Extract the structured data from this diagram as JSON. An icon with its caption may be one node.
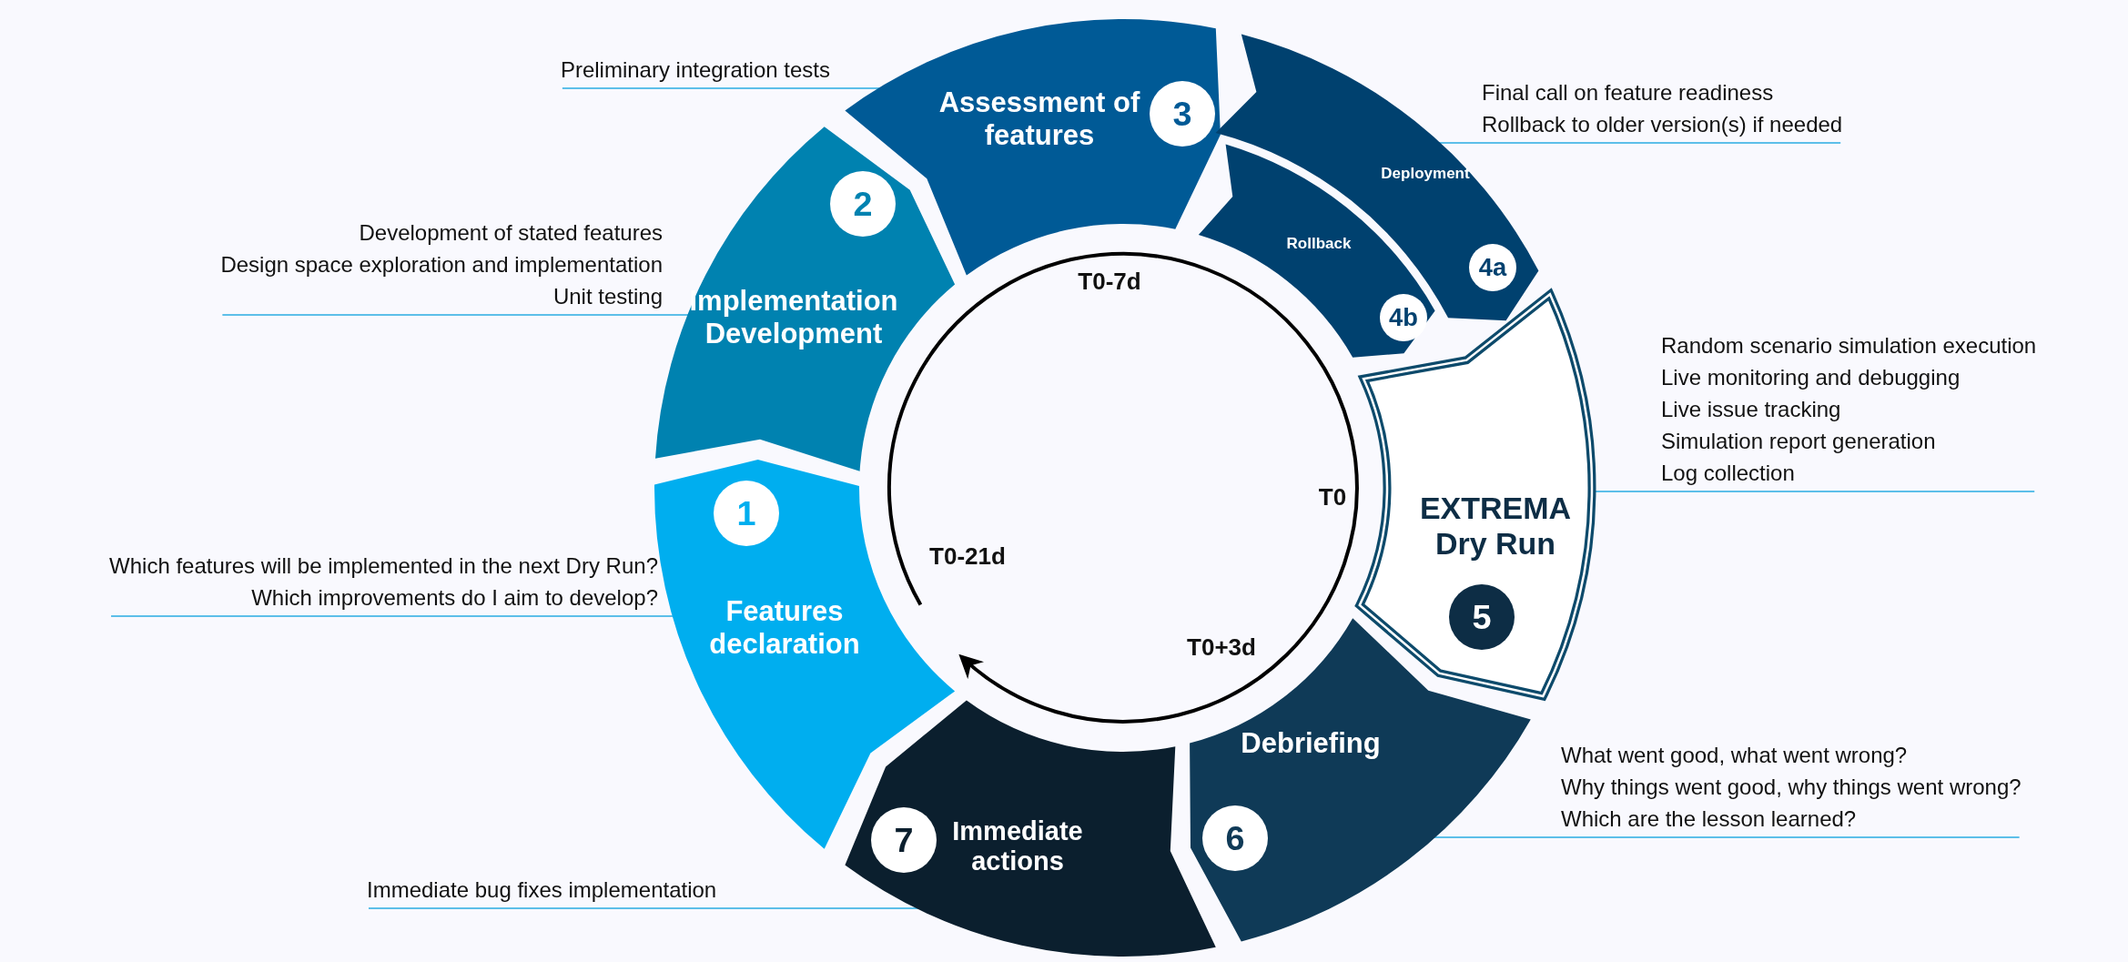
{
  "diagram": {
    "nodes": [
      {
        "text": [
          "1",
          "Features declaration"
        ]
      },
      {
        "text": [
          "2",
          "Implementation Development"
        ]
      },
      {
        "text": [
          "Assessment of features",
          "3"
        ]
      },
      {
        "text": [
          "Deployment",
          "4a"
        ]
      },
      {
        "text": [
          "Rollback",
          "4b"
        ]
      },
      {
        "text": [
          "EXTREMA Dry Run",
          "5"
        ]
      },
      {
        "text": [
          "Debriefing",
          "6"
        ]
      },
      {
        "text": [
          "7",
          "Immediate actions"
        ]
      },
      {
        "text": [
          "Which features will be implemented in the next Dry Run?",
          "Which improvements do I aim to develop?"
        ]
      },
      {
        "text": [
          "Development of stated features",
          "Design space exploration and implementation",
          "Unit testing"
        ]
      },
      {
        "text": [
          "Preliminary integration tests"
        ]
      },
      {
        "text": [
          "Final call on feature readiness",
          "Rollback to older version(s) if needed"
        ]
      },
      {
        "text": [
          "Random scenario simulation execution",
          "Live monitoring and debugging",
          "Live issue tracking",
          "Simulation report generation",
          "Log collection"
        ]
      },
      {
        "text": [
          "What went good, what went wrong?",
          "Why things went good, why things went wrong?",
          "Which are the lesson learned?"
        ]
      },
      {
        "text": [
          "Immediate bug fixes implementation"
        ]
      }
    ],
    "edges": [
      {
        "from": 8,
        "to": 0,
        "arrow": "none"
      },
      {
        "from": 9,
        "to": 1,
        "arrow": "none"
      },
      {
        "from": 10,
        "to": 2,
        "arrow": "none"
      },
      {
        "from": 11,
        "to": 3,
        "arrow": "none"
      },
      {
        "from": 12,
        "to": 5,
        "arrow": "none"
      },
      {
        "from": 13,
        "to": 6,
        "arrow": "none"
      },
      {
        "from": 14,
        "to": 7,
        "arrow": "none"
      }
    ],
    "labels": [
      "T0-7d",
      "T0",
      "T0+3d",
      "T0-21d"
    ]
  }
}
